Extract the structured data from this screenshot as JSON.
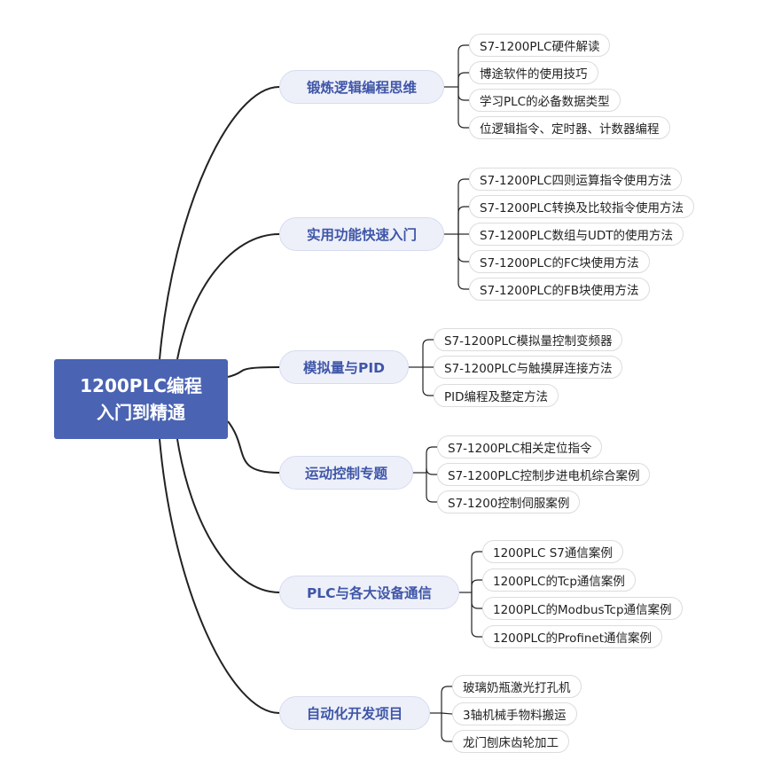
{
  "root": {
    "line1": "1200PLC编程",
    "line2": "入门到精通"
  },
  "branches": [
    {
      "label": "锻炼逻辑编程思维",
      "items": [
        "S7-1200PLC硬件解读",
        "博途软件的使用技巧",
        "学习PLC的必备数据类型",
        "位逻辑指令、定时器、计数器编程"
      ]
    },
    {
      "label": "实用功能快速入门",
      "items": [
        "S7-1200PLC四则运算指令使用方法",
        "S7-1200PLC转换及比较指令使用方法",
        "S7-1200PLC数组与UDT的使用方法",
        "S7-1200PLC的FC块使用方法",
        "S7-1200PLC的FB块使用方法"
      ]
    },
    {
      "label": "模拟量与PID",
      "items": [
        "S7-1200PLC模拟量控制变频器",
        "S7-1200PLC与触摸屏连接方法",
        "PID编程及整定方法"
      ]
    },
    {
      "label": "运动控制专题",
      "items": [
        "S7-1200PLC相关定位指令",
        "S7-1200PLC控制步进电机综合案例",
        "S7-1200控制伺服案例"
      ]
    },
    {
      "label": "PLC与各大设备通信",
      "items": [
        "1200PLC S7通信案例",
        "1200PLC的Tcp通信案例",
        "1200PLC的ModbusTcp通信案例",
        "1200PLC的Profinet通信案例"
      ]
    },
    {
      "label": "自动化开发项目",
      "items": [
        "玻璃奶瓶激光打孔机",
        "3轴机械手物料搬运",
        "龙门刨床齿轮加工"
      ]
    }
  ],
  "colors": {
    "root": "#4a63b3",
    "branch_fill": "#eef0f9",
    "branch_text": "#3f56a8",
    "line": "#222222"
  }
}
